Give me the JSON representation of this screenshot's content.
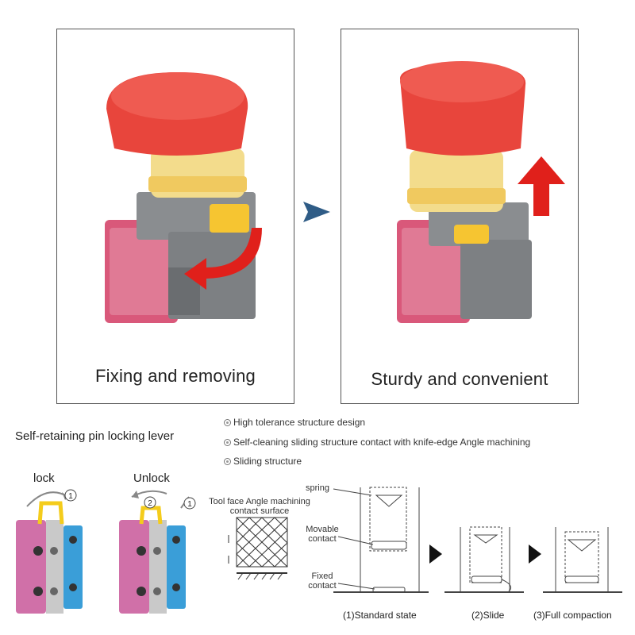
{
  "panels": [
    {
      "caption": "Fixing and removing"
    },
    {
      "caption": "Sturdy and convenient"
    }
  ],
  "section_title": "Self-retaining pin locking lever",
  "features": [
    "High tolerance structure design",
    "Self-cleaning sliding structure contact with knife-edge Angle machining",
    "Sliding structure"
  ],
  "lever_states": {
    "lock": "lock",
    "unlock": "Unlock",
    "step1": "1",
    "step2": "2"
  },
  "diagram_labels": {
    "tool_face_line1": "Tool face Angle machining",
    "tool_face_line2": "contact surface",
    "spring": "spring",
    "movable_line1": "Movable",
    "movable_line2": "contact",
    "fixed_line1": "Fixed",
    "fixed_line2": "contact"
  },
  "stages": [
    "(1)Standard state",
    "(2)Slide",
    "(3)Full compaction"
  ],
  "colors": {
    "button_red": "#e8453c",
    "collar_yellow": "#f3dc8c",
    "housing_gray": "#8a8d90",
    "block_pink": "#d9587a",
    "block_blue": "#2f7fc6",
    "lever_yellow": "#f6c531",
    "arrow_red": "#e0201b",
    "nav_arrow": "#2f5c86"
  }
}
